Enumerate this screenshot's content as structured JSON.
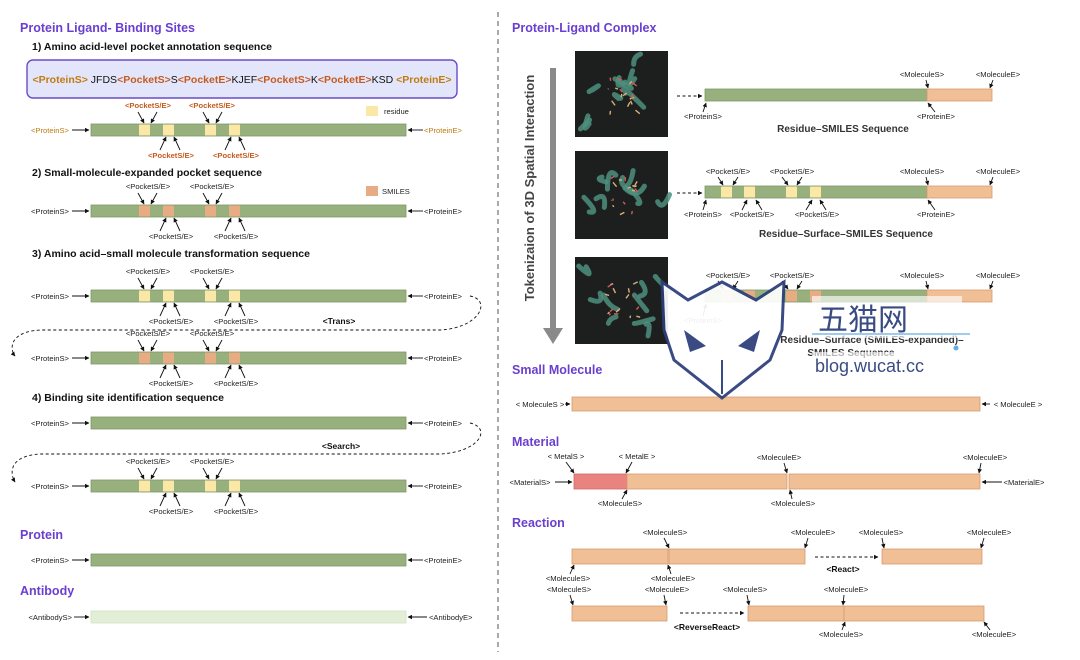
{
  "left": {
    "title": "Protein Ligand- Binding Sites",
    "s1": {
      "title": "1) Amino acid-level pocket annotation sequence",
      "seq": [
        {
          "t": "<ProteinS>",
          "c": "o"
        },
        {
          "t": " JFDS",
          "c": "n"
        },
        {
          "t": "<PocketS>",
          "c": "p"
        },
        {
          "t": "S",
          "c": "n"
        },
        {
          "t": "<PocketE>",
          "c": "p"
        },
        {
          "t": "KJEF",
          "c": "n"
        },
        {
          "t": "<PocketS>",
          "c": "p"
        },
        {
          "t": "K",
          "c": "n"
        },
        {
          "t": "<PocketE>",
          "c": "p"
        },
        {
          "t": "KSD ",
          "c": "n"
        },
        {
          "t": "<ProteinE>",
          "c": "o"
        }
      ]
    },
    "s2": {
      "title": "2) Small-molecule-expanded pocket sequence"
    },
    "s3": {
      "title": "3) Amino acid–small molecule transformation sequence",
      "op": "<Trans>"
    },
    "s4": {
      "title": "4) Binding site identification sequence",
      "op": "<Search>"
    },
    "protein": {
      "title": "Protein"
    },
    "antibody": {
      "title": "Antibody"
    }
  },
  "right": {
    "title": "Protein-Ligand Complex",
    "vertical": "Tokenizaion of 3D Spatial Interaction",
    "c1": "Residue–SMILES Sequence",
    "c2": "Residue–Surface–SMILES Sequence",
    "c3a": "Residue–Surface (SMILES-expanded)–",
    "c3b": "SMILES Sequence",
    "smallmol": {
      "title": "Small Molecule"
    },
    "material": {
      "title": "Material"
    },
    "reaction": {
      "title": "Reaction",
      "op1": "<React>",
      "op2": "<ReverseReact>"
    }
  },
  "legend": {
    "residue": "residue",
    "smiles": "SMILES"
  },
  "tokens": {
    "proteinS": "<ProteinS>",
    "proteinE": "<ProteinE>",
    "pocketSE": "<PocketS/E>",
    "moleculeS": "<MoleculeS>",
    "moleculeE": "<MoleculeE>",
    "moleculeS_sp": "< MoleculeS >",
    "moleculeE_sp": "< MoleculeE >",
    "antibodyS": "<AntibodyS>",
    "antibodyE": "<AntibodyE>",
    "materialS": "<MaterialS>",
    "materialE": "<MaterialE>",
    "metalS": "< MetalS >",
    "metalE": "< MetalE >"
  },
  "watermark": {
    "cn": "五猫网",
    "url": "blog.wucat.cc"
  },
  "colors": {
    "green": "#97b07e",
    "greenBorder": "#7e9a66",
    "pale": "#e3eed7",
    "residue": "#fbe7a6",
    "smiles": "#e8ac84",
    "orange": "#f0bf96",
    "orangeBorder": "#d99a6e",
    "metal": "#e88380",
    "purple": "#6a3fd0",
    "boxFill": "#e3e6fb",
    "boxBorder": "#6a4cc6"
  }
}
